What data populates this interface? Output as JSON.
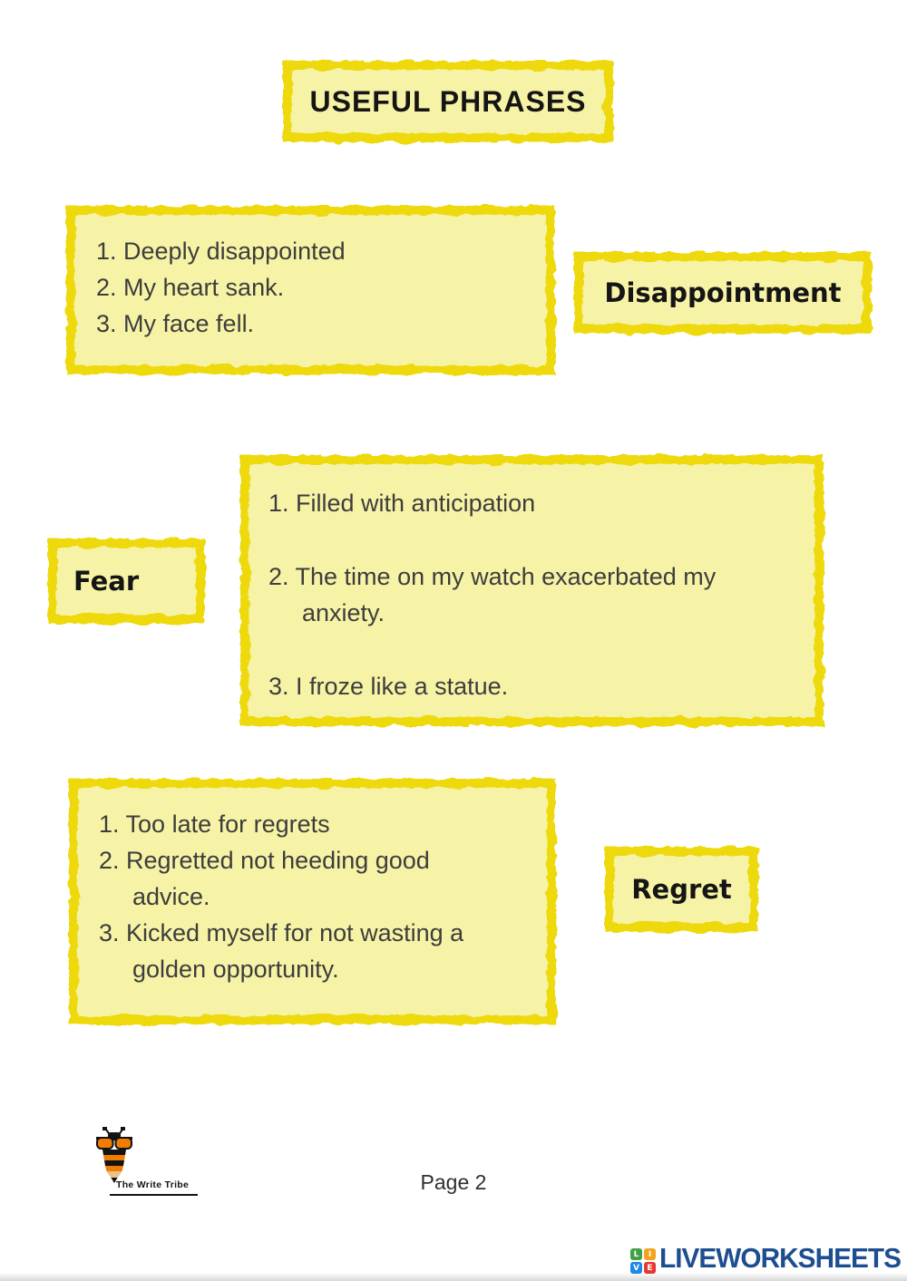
{
  "page": {
    "title": "USEFUL PHRASES",
    "page_number_label": "Page 2"
  },
  "phrase_groups": [
    {
      "label": "Disappointment",
      "items": [
        "1. Deeply disappointed",
        "2. My heart sank.",
        "3. My face fell."
      ]
    },
    {
      "label": "Fear",
      "items": [
        "1. Filled with anticipation",
        "2. The time on my watch exacerbated my\nanxiety.",
        "3. I froze like a statue."
      ]
    },
    {
      "label": "Regret",
      "items": [
        "1. Too late for regrets",
        "2. Regretted not heeding good\nadvice.",
        "3. Kicked myself for not wasting a\ngolden opportunity."
      ]
    }
  ],
  "branding": {
    "write_tribe_label": "The Write Tribe",
    "liveworksheets_label": "LIVEWORKSHEETS",
    "live_grid": [
      "L",
      "I",
      "V",
      "E"
    ]
  },
  "colors": {
    "yellow_border": "#eed908",
    "box_fill": "#f7f3a6",
    "heading_text": "#151515",
    "body_text": "#3d3d3d",
    "lws_navy": "#1d4e8f",
    "grid_green": "#43a047",
    "grid_orange": "#f6a21d",
    "grid_blue": "#1e88e5",
    "grid_red": "#e53935",
    "bee_orange": "#f07c00",
    "pencil_wood": "#e9c folder"
  }
}
